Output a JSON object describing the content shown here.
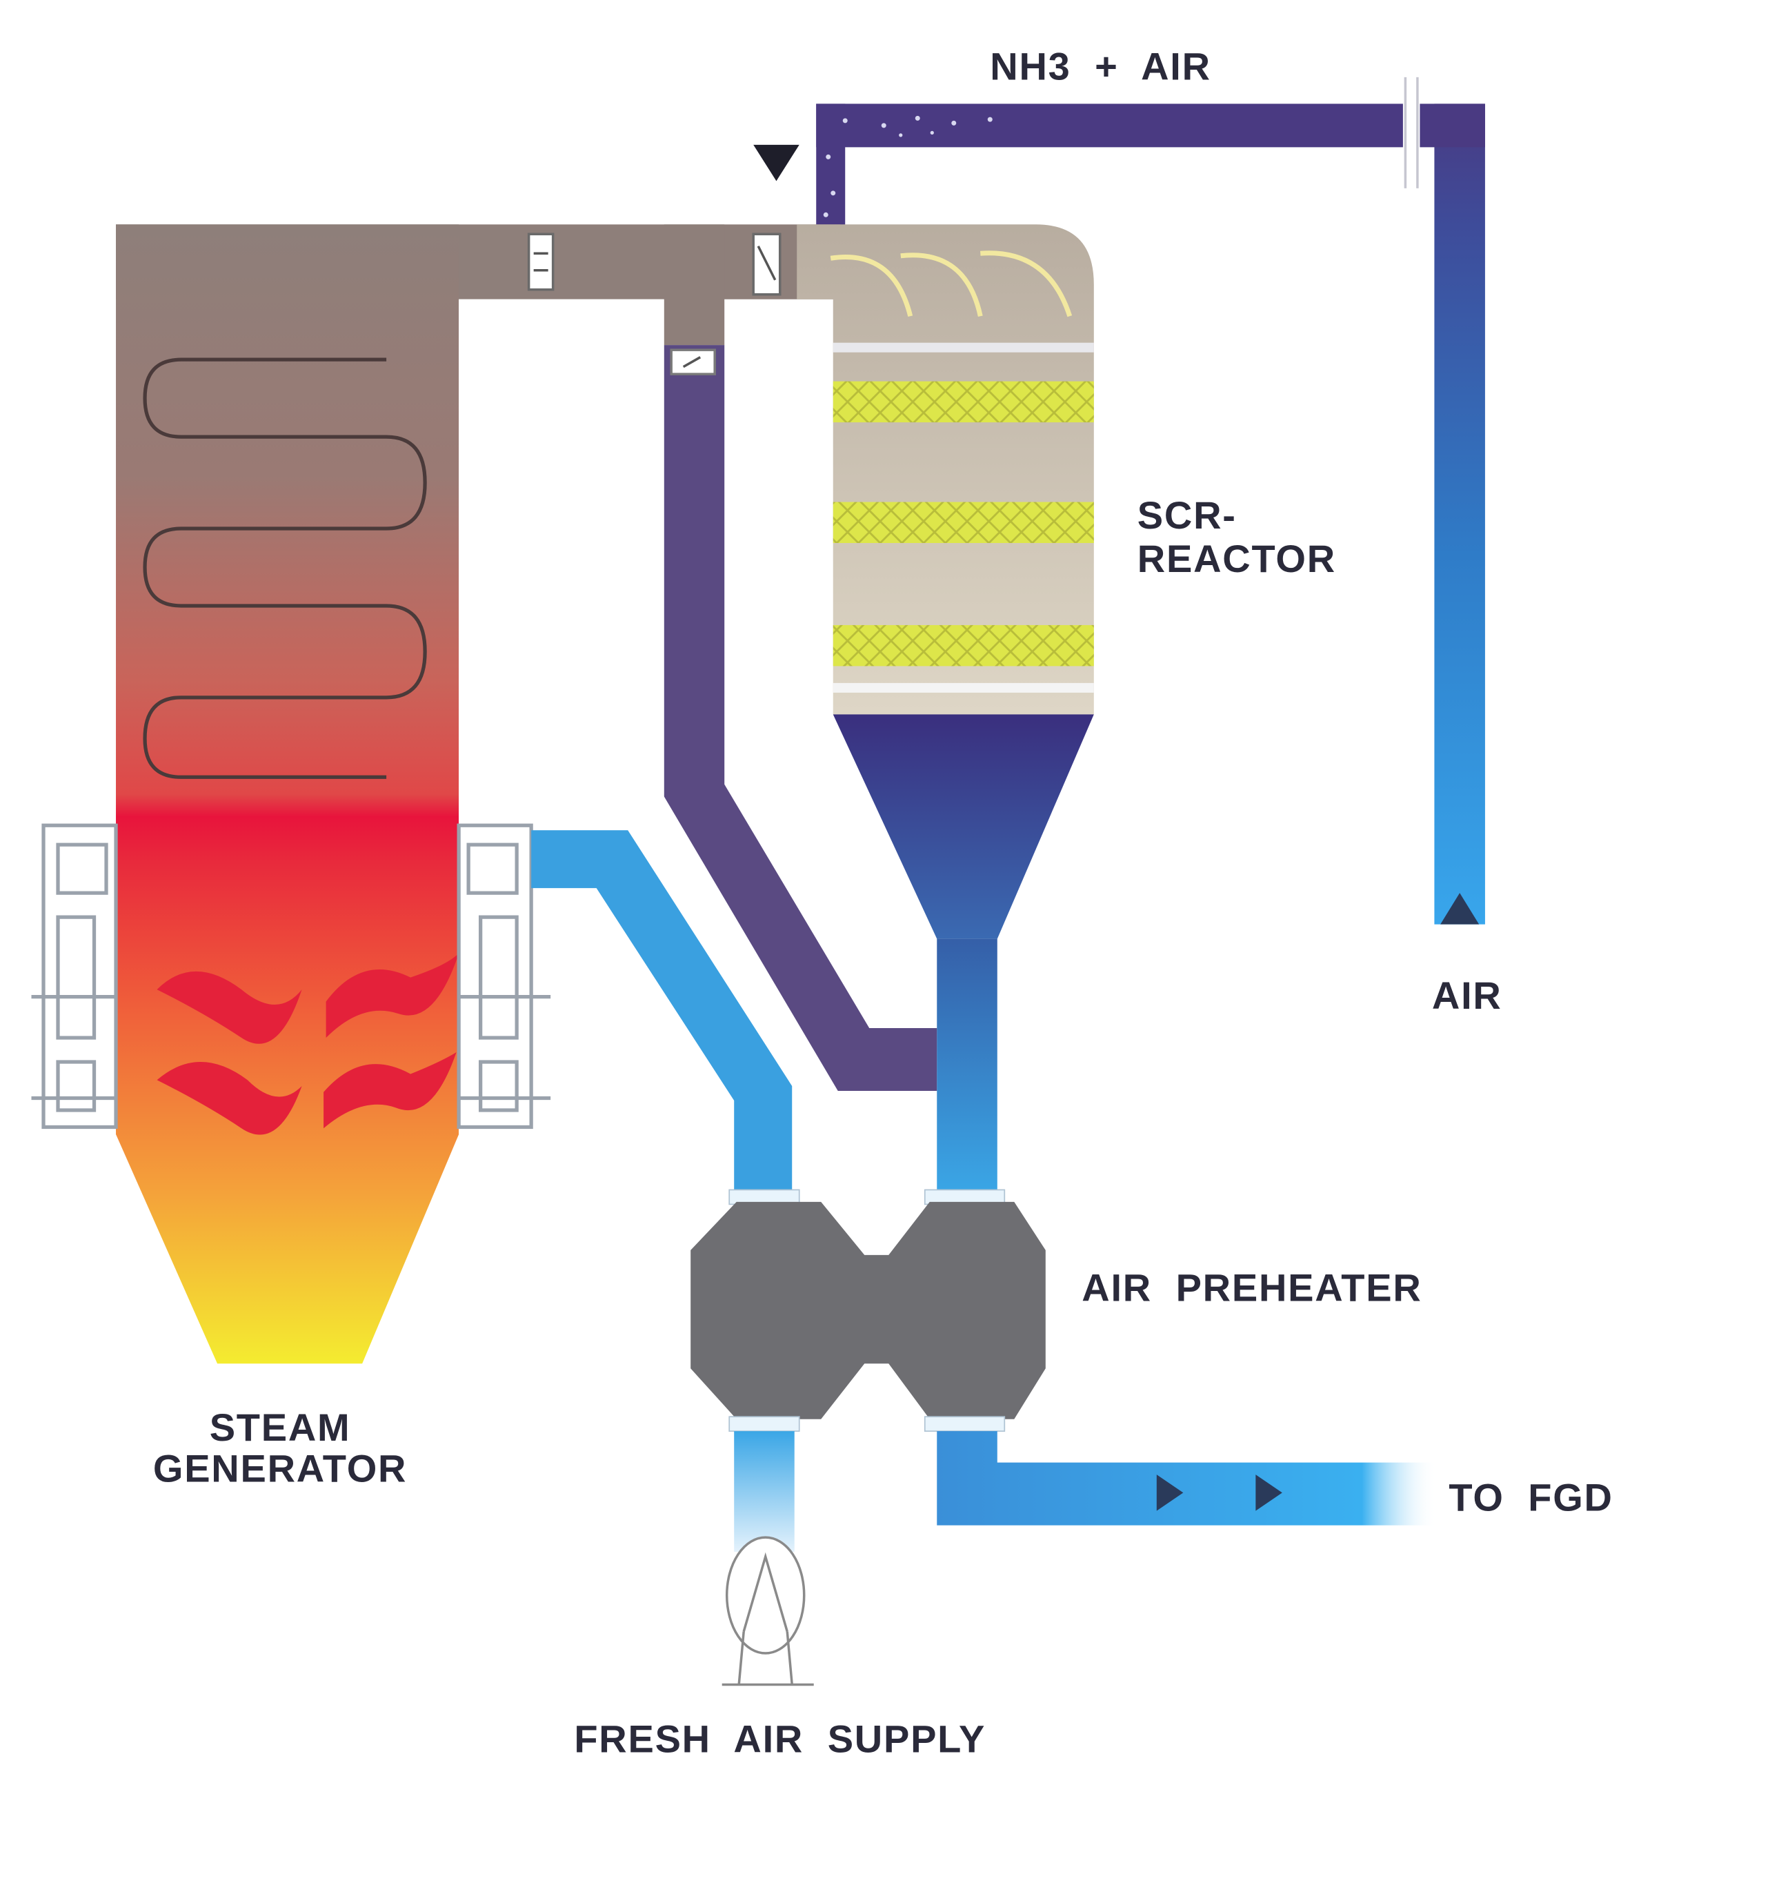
{
  "diagram": {
    "labels": {
      "nh3_air": "NH3  +  AIR",
      "scr_line1": "SCR-",
      "scr_line2": "REACTOR",
      "air": "AIR",
      "air_preheater": "AIR  PREHEATER",
      "steam_line1": "STEAM",
      "steam_line2": "GENERATOR",
      "to_fgd": "TO  FGD",
      "fresh_air": "FRESH  AIR  SUPPLY"
    },
    "colors": {
      "flue_gas_gray": "#8e7f7a",
      "ammonia_duct": "#4a3a82",
      "air_duct": "#3aa0e0",
      "catalyst": "#d8e04a",
      "preheater": "#6e6e72",
      "hopper": "#3d3a8a"
    }
  }
}
